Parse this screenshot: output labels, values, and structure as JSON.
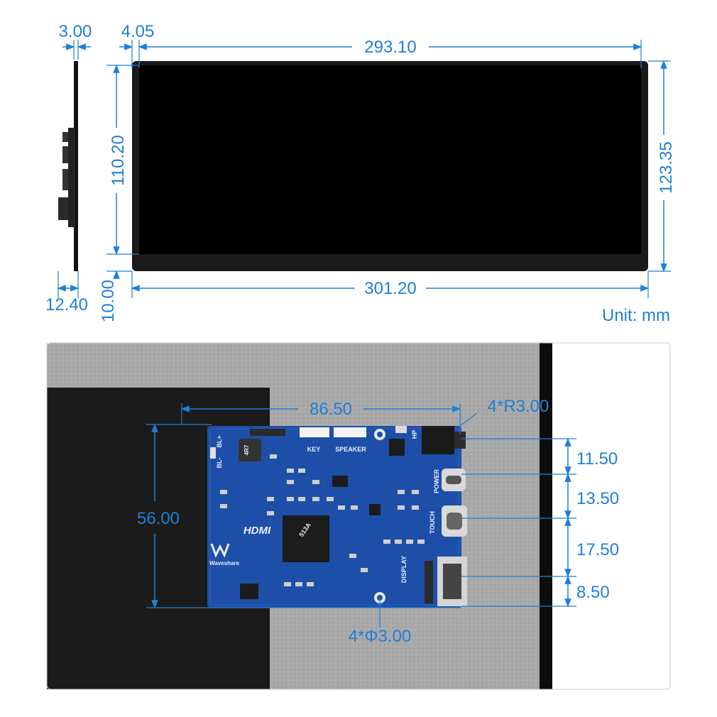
{
  "dimensions": {
    "side_thickness": "3.00",
    "bezel_offset": "4.05",
    "active_width": "293.10",
    "active_height": "110.20",
    "outer_height": "123.35",
    "module_depth": "12.40",
    "bottom_bezel": "10.00",
    "outer_width": "301.20",
    "board_width": "86.50",
    "corner_radius": "4*R3.00",
    "board_height": "56.00",
    "port_gap_1": "11.50",
    "port_gap_2": "13.50",
    "port_gap_3": "17.50",
    "port_gap_4": "8.50",
    "mount_hole": "4*Φ3.00"
  },
  "unit_label": "Unit: mm",
  "board_labels": {
    "key": "KEY",
    "speaker": "SPEAKER",
    "hp": "HP",
    "power": "POWER",
    "touch": "TOUCH",
    "display": "DISPLAY",
    "hdmi": "HDMI",
    "brand": "Waveshare",
    "bl_plus": "BL+",
    "bl_minus": "BL-",
    "inductor": "4R7",
    "chip": "513A"
  },
  "colors": {
    "dimension": "#1f7fd6",
    "pcb": "#1e4fa8",
    "screen": "#000000"
  }
}
